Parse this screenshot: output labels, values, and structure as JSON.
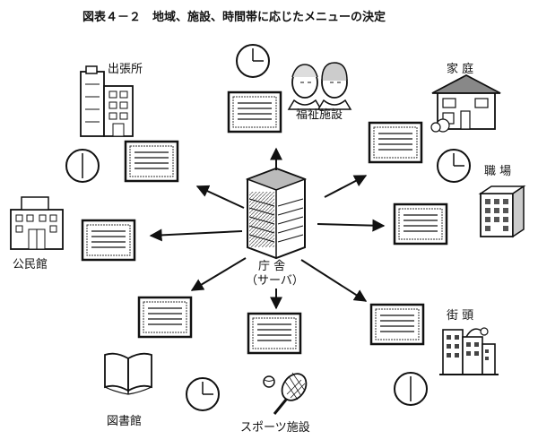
{
  "title": "図表４－２　地域、施設、時間帯に応じたメニューの決定",
  "center": {
    "line1": "庁 舎",
    "line2": "（サーバ）"
  },
  "locations": {
    "branch_office": "出張所",
    "welfare_facility": "福祉施設",
    "home": "家 庭",
    "workplace": "職 場",
    "community_hall": "公民館",
    "street": "街 頭",
    "library": "図書館",
    "sports_facility": "スポーツ施設"
  },
  "icons": {
    "server": "office-building-icon",
    "clock": "clock-icon",
    "screen": "menu-screen-icon",
    "arrow": "arrow-icon"
  }
}
